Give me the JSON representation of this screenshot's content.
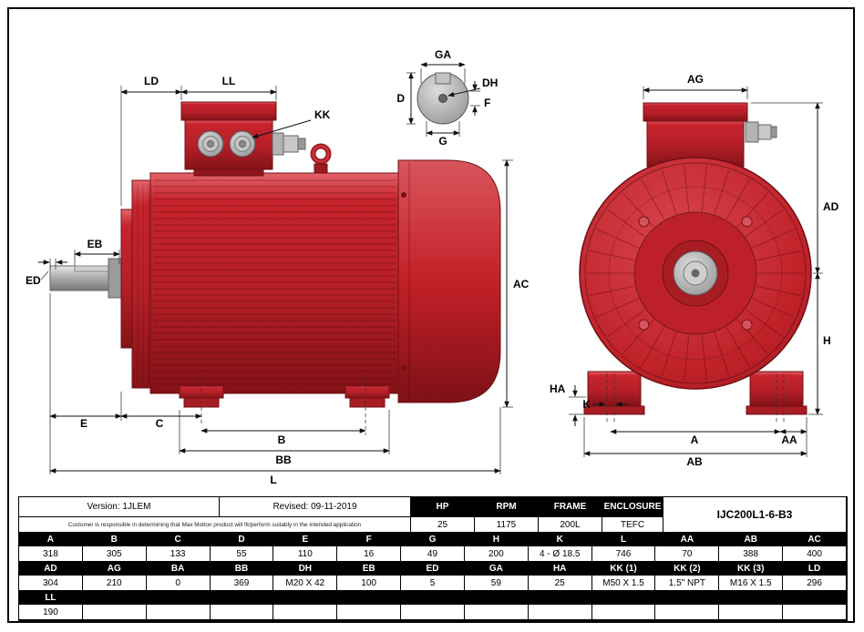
{
  "drawing": {
    "labels": {
      "LD": "LD",
      "LL": "LL",
      "KK": "KK",
      "EB": "EB",
      "ED": "ED",
      "AC": "AC",
      "E": "E",
      "C": "C",
      "B": "B",
      "BB": "BB",
      "L": "L",
      "GA": "GA",
      "D": "D",
      "DH": "DH",
      "F": "F",
      "G": "G",
      "AG": "AG",
      "AD": "AD",
      "H": "H",
      "HA": "HA",
      "K": "K",
      "A": "A",
      "AA": "AA",
      "AB": "AB"
    },
    "motor_color": "#c5232b",
    "shaft_color": "#b5b5b5"
  },
  "info": {
    "version": "Version: 1JLEM",
    "revised": "Revised: 09-11-2019",
    "disclaimer": "Customer is responsible in determining that Max Motion product will fit/perform suitably in the intended application",
    "model": "IJC200L1-6-B3",
    "specs": [
      {
        "label": "HP",
        "value": "25"
      },
      {
        "label": "RPM",
        "value": "1175"
      },
      {
        "label": "FRAME",
        "value": "200L"
      },
      {
        "label": "ENCLOSURE",
        "value": "TEFC"
      }
    ]
  },
  "dim_table": {
    "rows": [
      {
        "type": "hdr",
        "cells": [
          "A",
          "B",
          "C",
          "D",
          "E",
          "F",
          "G",
          "H",
          "K",
          "L",
          "AA",
          "AB",
          "AC"
        ]
      },
      {
        "type": "val",
        "cells": [
          "318",
          "305",
          "133",
          "55",
          "110",
          "16",
          "49",
          "200",
          "4 - Ø 18.5",
          "746",
          "70",
          "388",
          "400"
        ]
      },
      {
        "type": "hdr",
        "cells": [
          "AD",
          "AG",
          "BA",
          "BB",
          "DH",
          "EB",
          "ED",
          "GA",
          "HA",
          "KK (1)",
          "KK (2)",
          "KK (3)",
          "LD"
        ]
      },
      {
        "type": "val",
        "cells": [
          "304",
          "210",
          "0",
          "369",
          "M20 X 42",
          "100",
          "5",
          "59",
          "25",
          "M50 X 1.5",
          "1.5\" NPT",
          "M16 X 1.5",
          "296"
        ]
      },
      {
        "type": "hdr",
        "cells": [
          "LL",
          "",
          "",
          "",
          "",
          "",
          "",
          "",
          "",
          "",
          "",
          "",
          ""
        ]
      },
      {
        "type": "val",
        "cells": [
          "190",
          "",
          "",
          "",
          "",
          "",
          "",
          "",
          "",
          "",
          "",
          "",
          ""
        ]
      }
    ]
  }
}
